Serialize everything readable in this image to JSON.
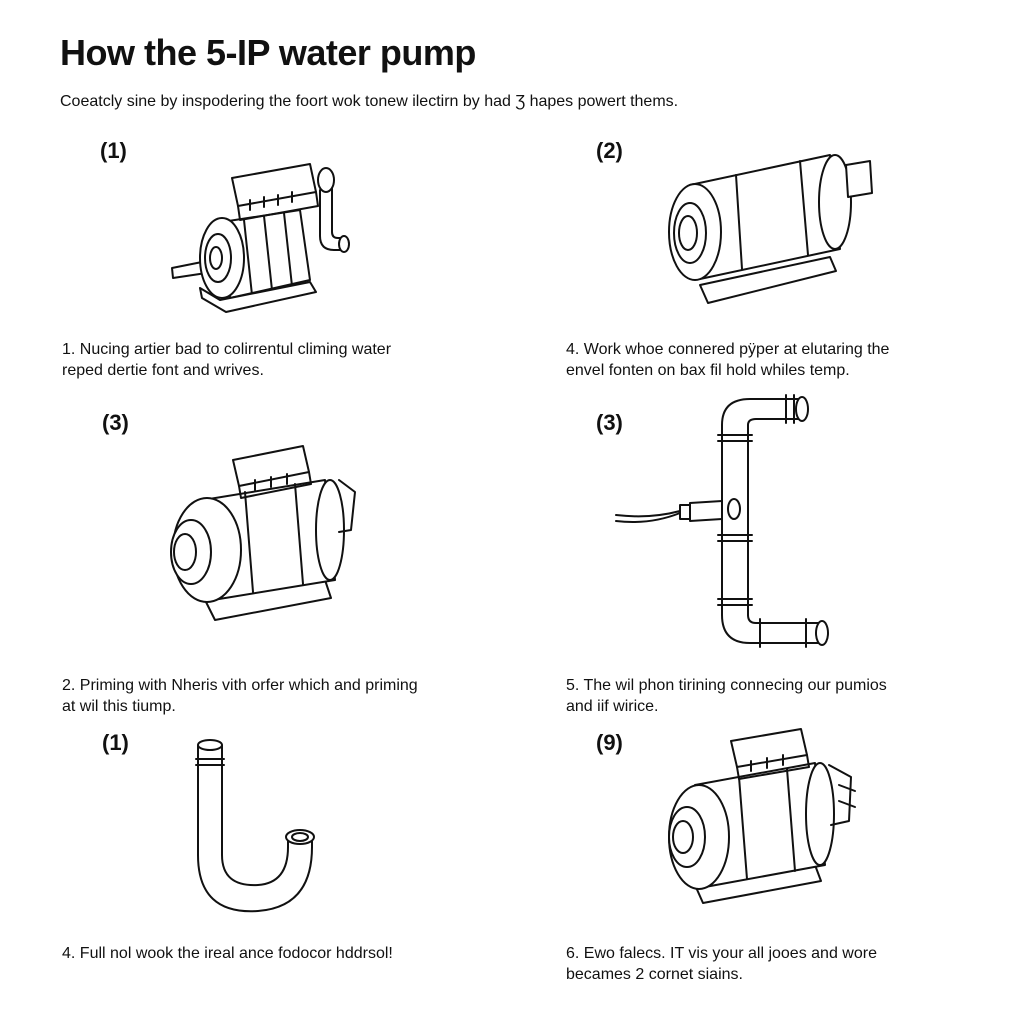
{
  "title": "How the 5-IP water pump",
  "subtitle": "Coeatcly sine by inspodering the foort wok tonew ilectirn by had Ʒ hapes powert thems.",
  "steps": [
    {
      "number": "(1)",
      "icon": "pump-motor-with-shaft-icon",
      "caption_line1": "1. Nucing artier bad to colirrentul climing water",
      "caption_line2": "reped dertie font and wrives."
    },
    {
      "number": "(2)",
      "icon": "pump-motor-with-base-icon",
      "caption_line1": "4. Work whoe connered pÿper at elutaring the",
      "caption_line2": "envel fonten on bax fil hold whiles temp."
    },
    {
      "number": "(3)",
      "icon": "centrifugal-pump-icon",
      "caption_line1": "2. Priming with Nheris vith orfer which and priming",
      "caption_line2": "at wil this tiump."
    },
    {
      "number": "(3)",
      "icon": "pipe-assembly-icon",
      "caption_line1": "5. The wil phon tirining connecing our pumios",
      "caption_line2": "and iif wirice."
    },
    {
      "number": "(1)",
      "icon": "u-bend-pipe-icon",
      "caption_line1": "4. Full nol wook the ireal ance fodocor hddrsol!",
      "caption_line2": ""
    },
    {
      "number": "(9)",
      "icon": "pump-motor-icon",
      "caption_line1": "6. Ewo falecs. IT vis your all jooes and wore",
      "caption_line2": "becames 2 cornet siains."
    }
  ]
}
